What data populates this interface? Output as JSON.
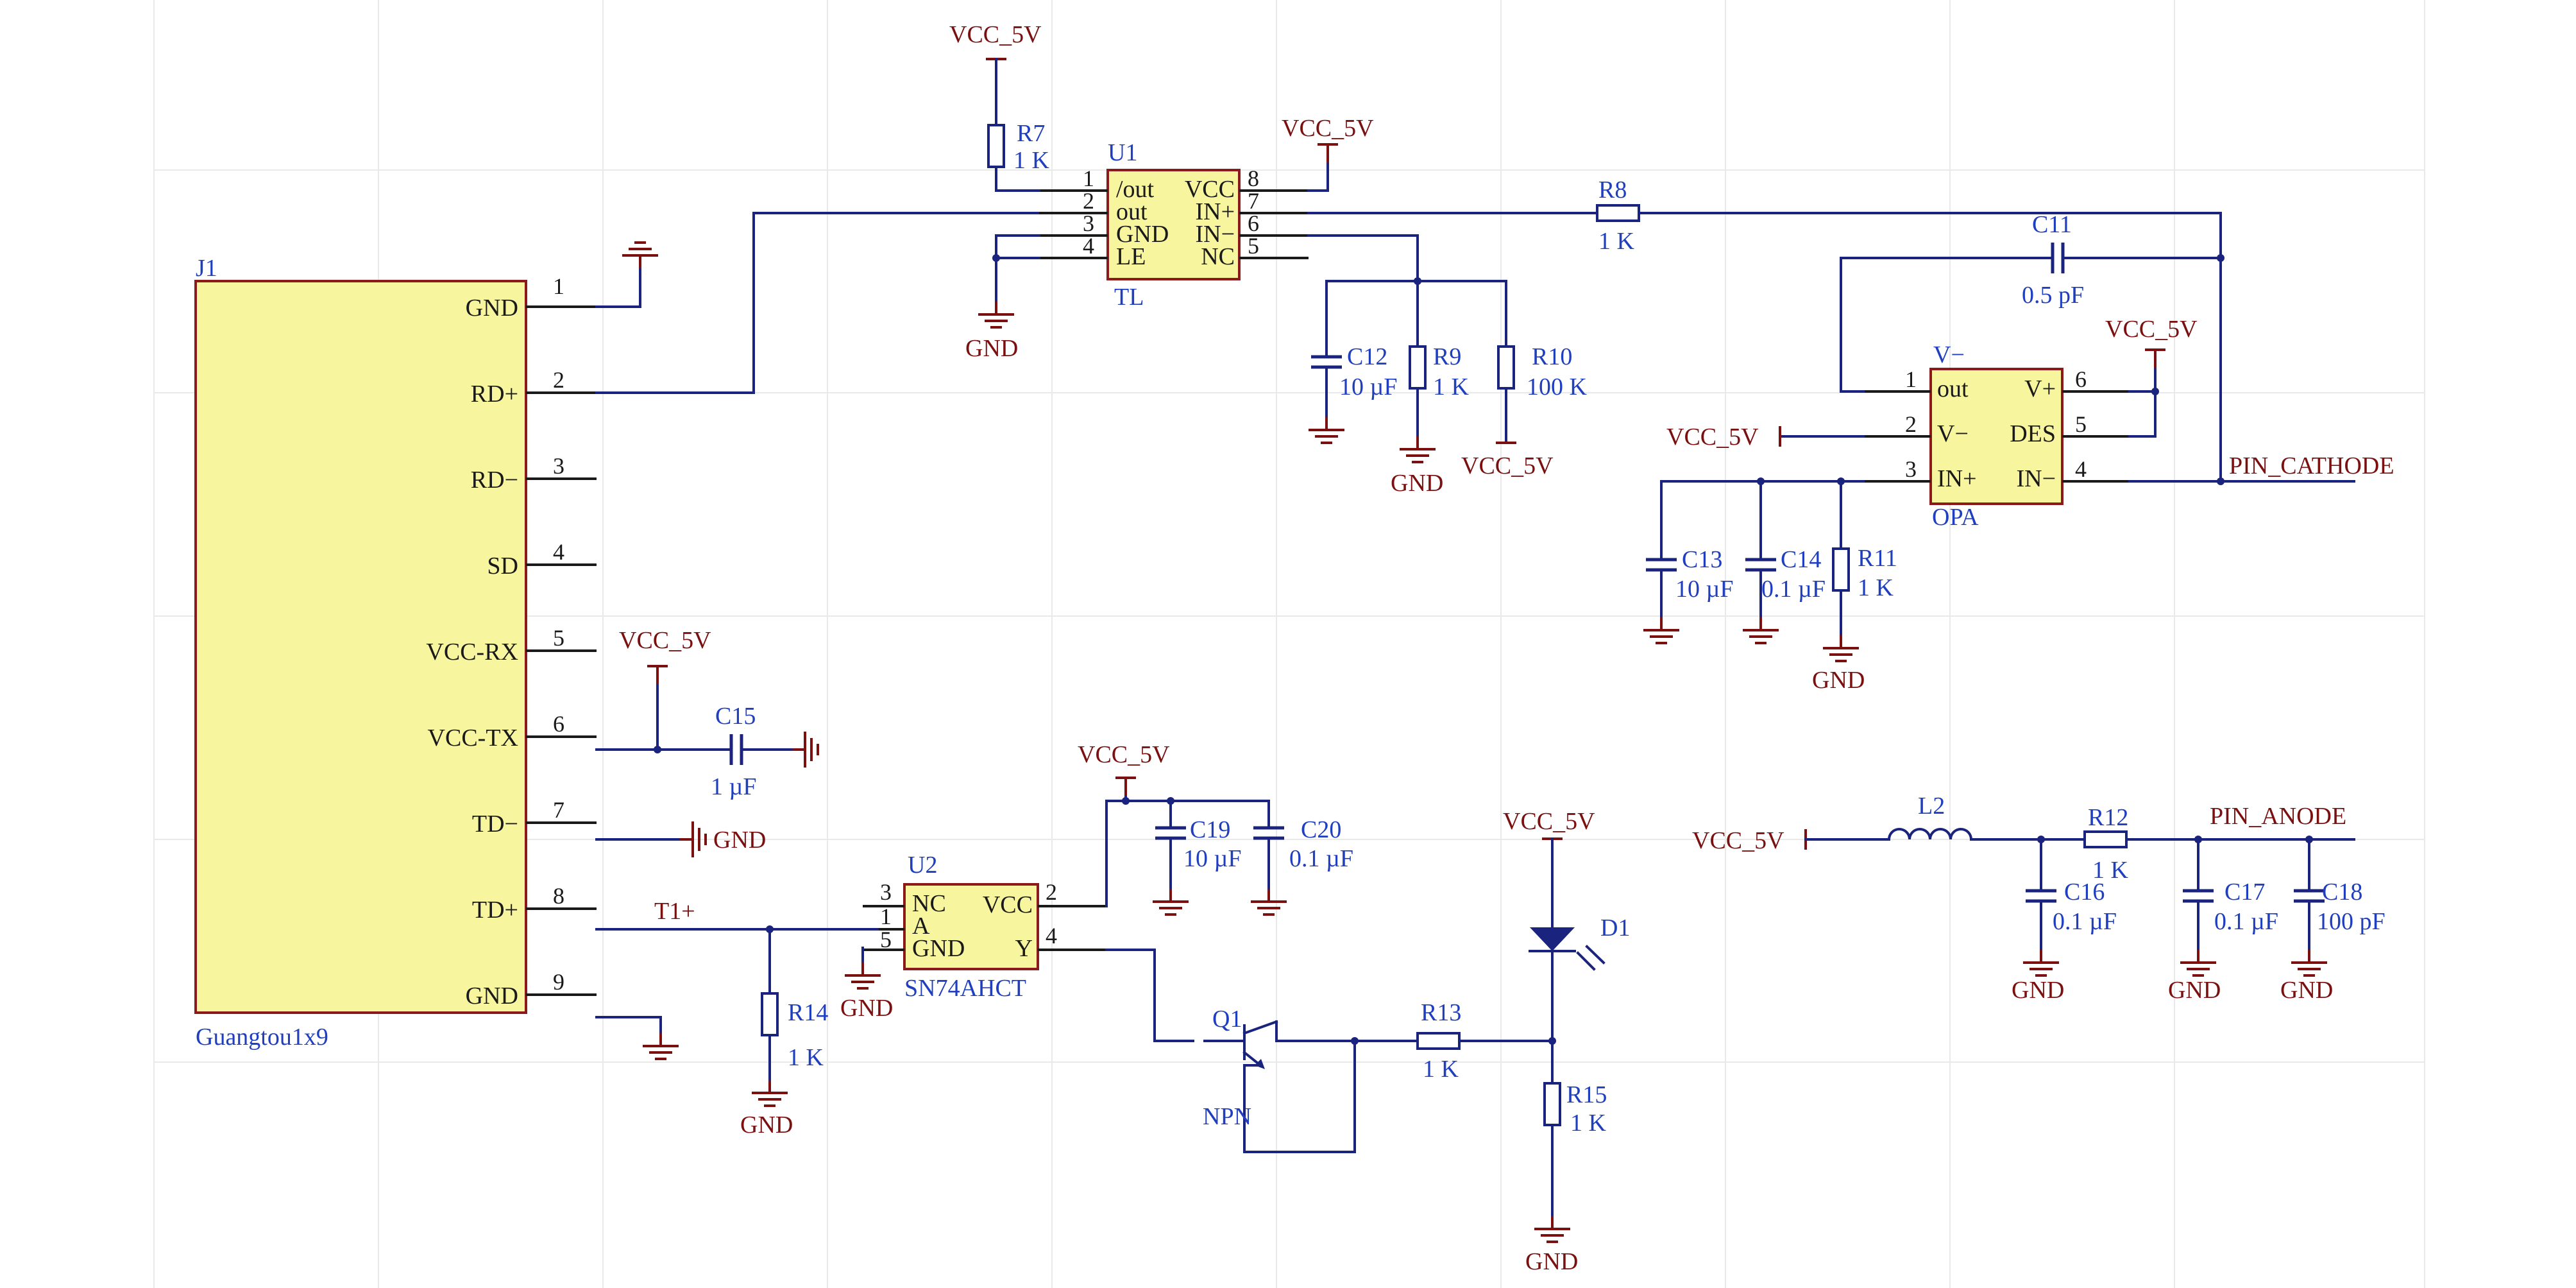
{
  "title": "",
  "components": {
    "J1": {
      "designator": "J1",
      "footprint": "Guangtou1x9",
      "pins": [
        {
          "num": "1",
          "name": "GND"
        },
        {
          "num": "2",
          "name": "RD+"
        },
        {
          "num": "3",
          "name": "RD−"
        },
        {
          "num": "4",
          "name": "SD"
        },
        {
          "num": "5",
          "name": "VCC-RX"
        },
        {
          "num": "6",
          "name": "VCC-TX"
        },
        {
          "num": "7",
          "name": "TD−"
        },
        {
          "num": "8",
          "name": "TD+"
        },
        {
          "num": "9",
          "name": "GND"
        }
      ]
    },
    "U1": {
      "designator": "U1",
      "type": "TL",
      "pins": [
        {
          "num": "1",
          "name": "/out"
        },
        {
          "num": "2",
          "name": "out"
        },
        {
          "num": "3",
          "name": "GND"
        },
        {
          "num": "4",
          "name": "LE"
        },
        {
          "num": "8",
          "name": "VCC"
        },
        {
          "num": "7",
          "name": "IN+"
        },
        {
          "num": "6",
          "name": "IN−"
        },
        {
          "num": "5",
          "name": "NC"
        }
      ]
    },
    "OPA": {
      "designator": "V−",
      "type": "OPA",
      "pins": [
        {
          "num": "1",
          "name": "out"
        },
        {
          "num": "2",
          "name": "V−"
        },
        {
          "num": "3",
          "name": "IN+"
        },
        {
          "num": "6",
          "name": "V+"
        },
        {
          "num": "5",
          "name": "DES"
        },
        {
          "num": "4",
          "name": "IN−"
        }
      ]
    },
    "U2": {
      "designator": "U2",
      "type": "SN74AHCT",
      "pins": [
        {
          "num": "3",
          "name": "NC"
        },
        {
          "num": "1",
          "name": "A"
        },
        {
          "num": "5",
          "name": "GND"
        },
        {
          "num": "2",
          "name": "VCC"
        },
        {
          "num": "4",
          "name": "Y"
        }
      ]
    },
    "Q1": {
      "designator": "Q1",
      "type": "NPN"
    },
    "D1": {
      "designator": "D1"
    },
    "L2": {
      "designator": "L2"
    },
    "R7": {
      "designator": "R7",
      "value": "1 K"
    },
    "R8": {
      "designator": "R8",
      "value": "1 K"
    },
    "R9": {
      "designator": "R9",
      "value": "1 K"
    },
    "R10": {
      "designator": "R10",
      "value": "100 K"
    },
    "R11": {
      "designator": "R11",
      "value": "1 K"
    },
    "R12": {
      "designator": "R12",
      "value": "1 K"
    },
    "R13": {
      "designator": "R13",
      "value": "1 K"
    },
    "R14": {
      "designator": "R14",
      "value": "1 K"
    },
    "R15": {
      "designator": "R15",
      "value": "1 K"
    },
    "C11": {
      "designator": "C11",
      "value": "0.5 pF"
    },
    "C12": {
      "designator": "C12",
      "value": "10 µF"
    },
    "C13": {
      "designator": "C13",
      "value": "10 µF"
    },
    "C14": {
      "designator": "C14",
      "value": "0.1 µF"
    },
    "C15": {
      "designator": "C15",
      "value": "1 µF"
    },
    "C16": {
      "designator": "C16",
      "value": "0.1 µF"
    },
    "C17": {
      "designator": "C17",
      "value": "0.1 µF"
    },
    "C18": {
      "designator": "C18",
      "value": "100 pF"
    },
    "C19": {
      "designator": "C19",
      "value": "10 µF"
    },
    "C20": {
      "designator": "C20",
      "value": "0.1 µF"
    }
  },
  "nets": {
    "vcc": "VCC_5V",
    "gnd": "GND",
    "cathode": "PIN_CATHODE",
    "anode": "PIN_ANODE",
    "t1plus": "T1+"
  },
  "colors": {
    "wire": "#1a237e",
    "component_body": "#f7f59e",
    "body_border": "#8b1a1a",
    "label": "#1f3fbf",
    "net_label": "#7a1010",
    "grid": "#e9e9e9"
  }
}
